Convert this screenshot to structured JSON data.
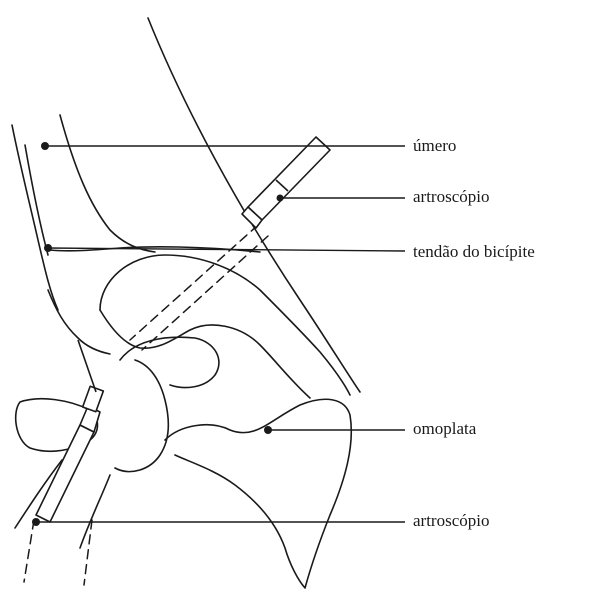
{
  "labels": {
    "humerus": "úmero",
    "arthroscope_top": "artroscópio",
    "biceps_tendon": "tendão do bicípite",
    "scapula": "omoplata",
    "arthroscope_bottom": "artroscópio"
  },
  "colors": {
    "ink": "#1a1a1a",
    "background": "#ffffff"
  }
}
